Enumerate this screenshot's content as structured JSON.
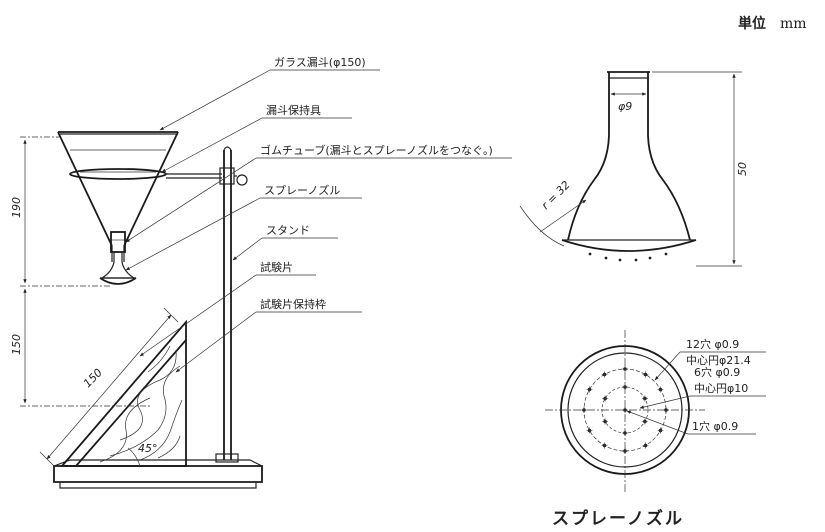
{
  "unit": {
    "label": "単位",
    "value": "mm"
  },
  "labels": {
    "glass_funnel": "ガラス漏斗(φ150)",
    "funnel_holder": "漏斗保持具",
    "rubber_tube": "ゴムチューブ(漏斗とスプレーノズルをつなぐ。)",
    "spray_nozzle": "スプレーノズル",
    "stand": "スタンド",
    "test_piece": "試験片",
    "test_piece_frame": "試験片保持枠"
  },
  "dimensions": {
    "height_190": "190",
    "height_150": "150",
    "slope_150": "150",
    "angle": "45°",
    "nozzle_neck": "φ9",
    "nozzle_height": "50",
    "nozzle_radius": "r = 32"
  },
  "holes": {
    "outer_count": "12穴 φ0.9",
    "outer_circle": "中心円φ21.4",
    "inner_count": "6穴 φ0.9",
    "inner_circle": "中心円φ10",
    "center": "1穴 φ0.9"
  },
  "title": "スプレーノズル"
}
